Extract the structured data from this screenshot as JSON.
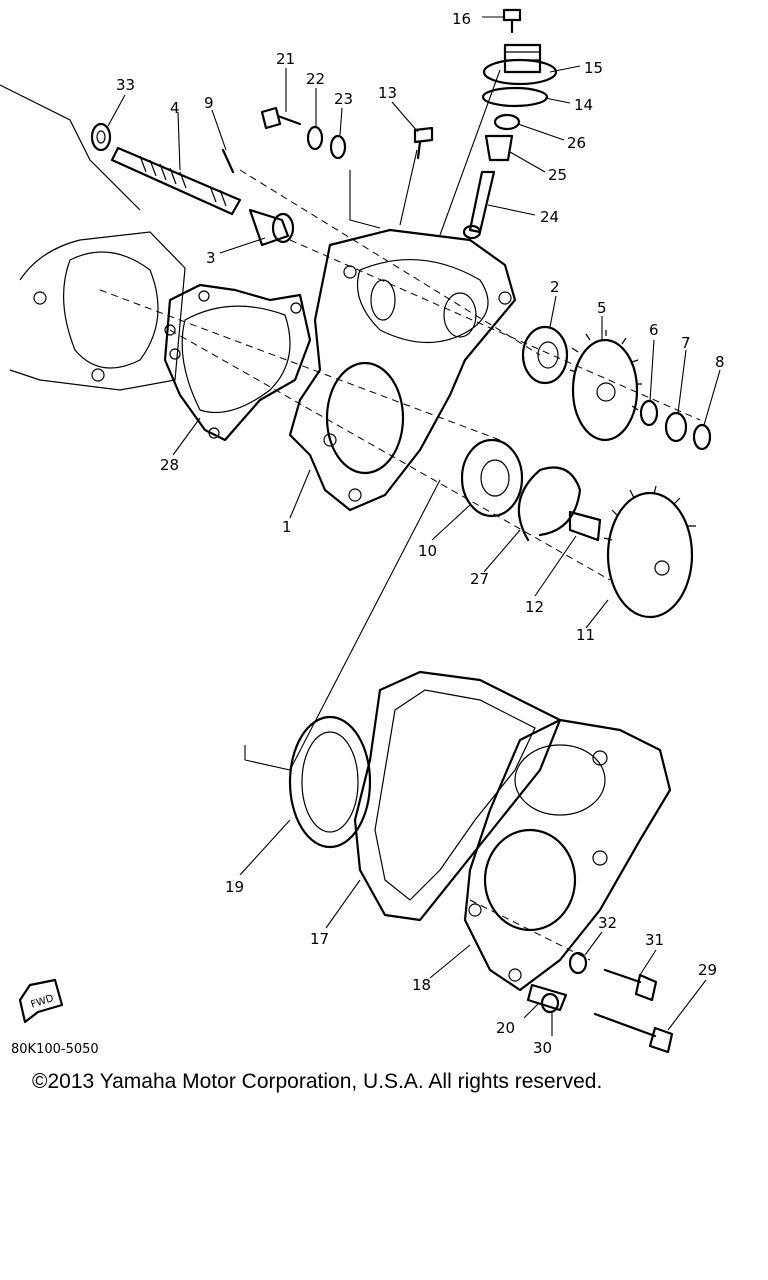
{
  "diagram": {
    "callouts": [
      "1",
      "2",
      "3",
      "4",
      "5",
      "6",
      "7",
      "8",
      "9",
      "10",
      "11",
      "12",
      "13",
      "14",
      "15",
      "16",
      "17",
      "18",
      "19",
      "20",
      "21",
      "22",
      "23",
      "24",
      "25",
      "26",
      "27",
      "28",
      "29",
      "30",
      "31",
      "32",
      "33"
    ],
    "fwd_label": "FWD",
    "code": "80K100-5050"
  },
  "footer": {
    "copyright": "©2013 Yamaha Motor Corporation, U.S.A. All rights reserved."
  }
}
